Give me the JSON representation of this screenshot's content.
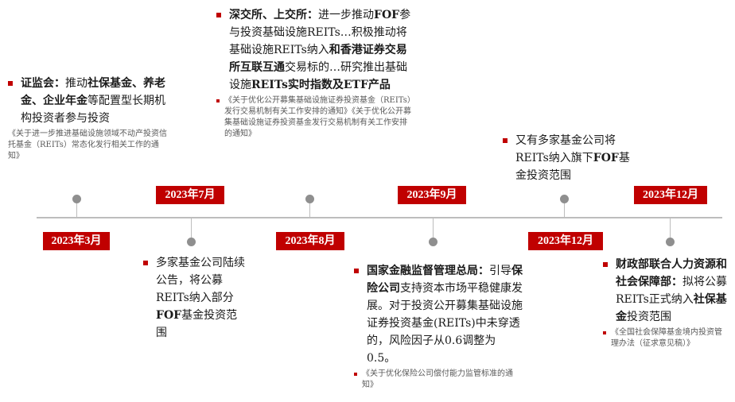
{
  "dates": {
    "d1": "2023年3月",
    "d2": "2023年7月",
    "d3": "2023年8月",
    "d4": "2023年9月",
    "d5": "2023年12月",
    "d6": "2023年12月"
  },
  "events": {
    "e1": {
      "org": "证监会：",
      "t1": "推动",
      "b1": "社保基金、养老金、企业年金",
      "t2": "等配置型长期机构投资者参与投资",
      "ref": "《关于进一步推进基础设施领域不动产投资信托基金（REITs）常态化发行相关工作的通知》"
    },
    "e2": {
      "t1": "多家基金公司陆续公告，将公募REITs纳入部分",
      "b1": "FOF",
      "t2": "基金投资范围"
    },
    "e3": {
      "org": "深交所、上交所：",
      "t1": "进一步推动",
      "b1": "FOF",
      "t2": "参与投资基础设施REITs…积极推动将基础设施REITs纳入",
      "b2": "和香港证券交易所互联互通",
      "t3": "交易标的…研究推出基础设施",
      "b3": "REITs实时指数及ETF产品",
      "ref": "《关于优化公开募集基础设施证券投资基金（REITs）发行交易机制有关工作安排的通知》《关于优化公开募集基础设施证券投资基金发行交易机制有关工作安排的通知》"
    },
    "e4": {
      "org": "国家金融监督管理总局：",
      "t1": "引导",
      "b1": "保险公司",
      "t2": "支持资本市场平稳健康发展。对于投资公开募集基础设施证券投资基金(REITs)中未穿透的，风险因子从0.6调整为0.5。",
      "ref": "《关于优化保险公司偿付能力监管标准的通知》"
    },
    "e5": {
      "t1": "又有多家基金公司将REITs纳入旗下",
      "b1": "FOF",
      "t2": "基金投资范围"
    },
    "e6": {
      "org": "财政部联合人力资源和社会保障部：",
      "t1": "拟将公募REITs正式纳入",
      "b1": "社保基金",
      "t2": "投资范围",
      "ref": "《全国社会保障基金境内投资管理办法（征求意见稿）》"
    }
  }
}
